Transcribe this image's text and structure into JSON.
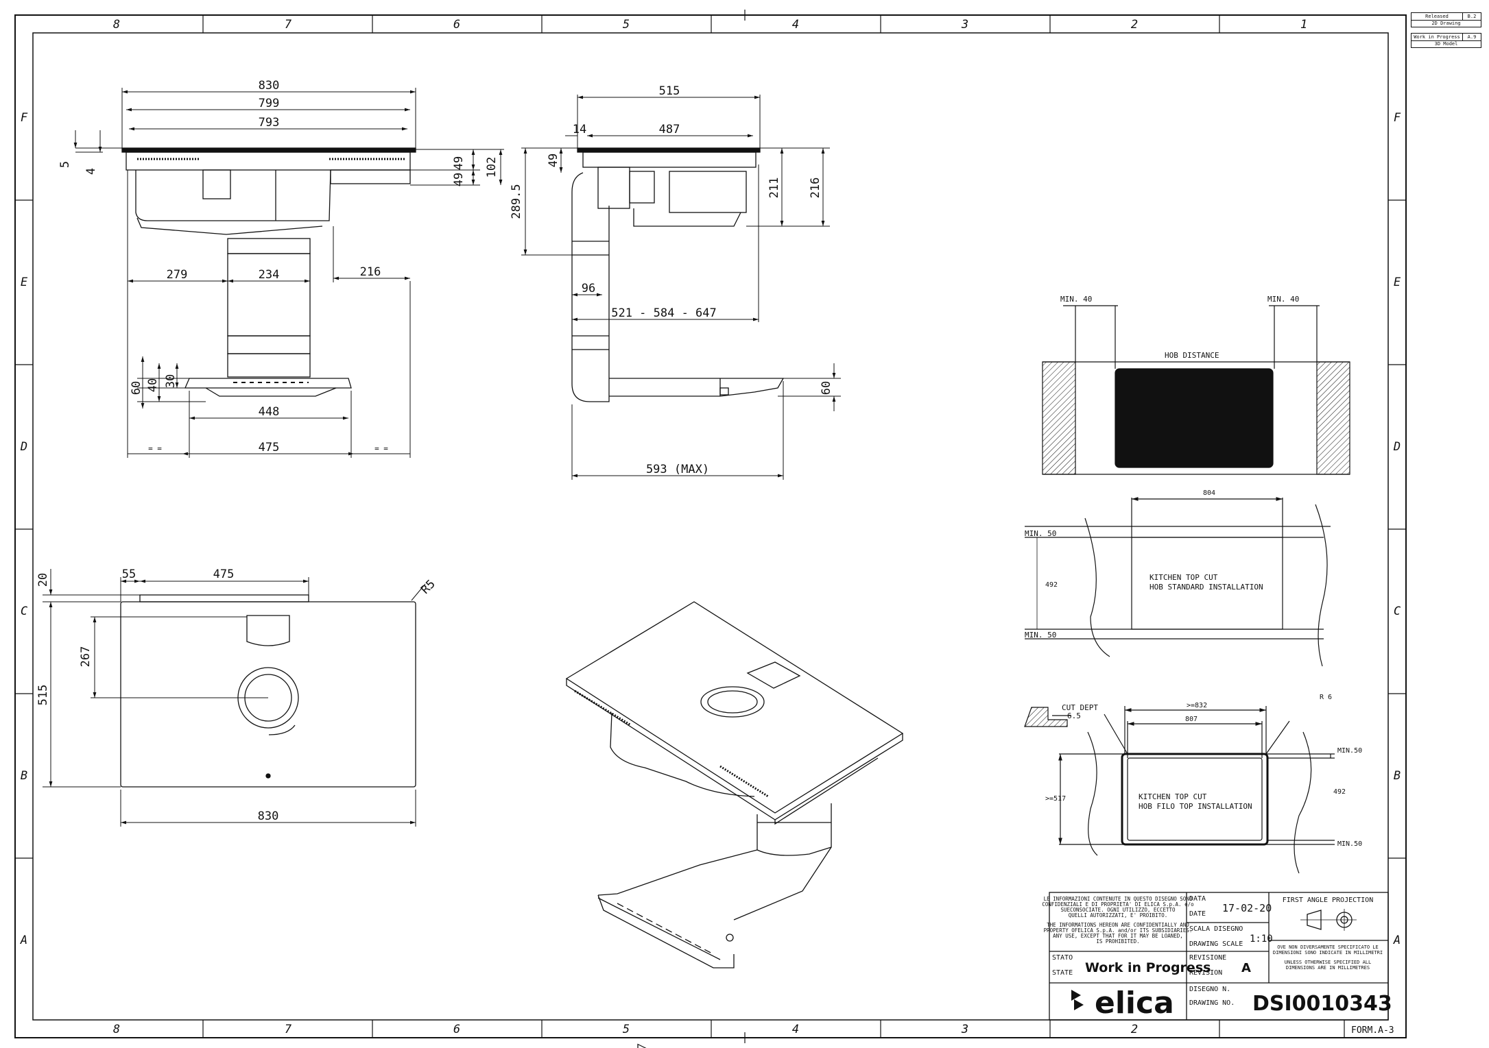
{
  "revision_log": [
    {
      "status": "Released",
      "rev": "B.2",
      "note": "2D Drawing"
    },
    {
      "status": "Work in Progress",
      "rev": "A.9",
      "note": "3D Model"
    }
  ],
  "zones": {
    "columns": [
      "8",
      "7",
      "6",
      "5",
      "4",
      "3",
      "2",
      "1"
    ],
    "rows": [
      "F",
      "E",
      "D",
      "C",
      "B",
      "A"
    ]
  },
  "front_view": {
    "dims": {
      "w830": "830",
      "w799": "799",
      "w793": "793",
      "h5": "5",
      "h4": "4",
      "h49": "49",
      "h49b": "49",
      "h102": "102",
      "d279": "279",
      "d234": "234",
      "d216": "216",
      "v60": "60",
      "v40": "40",
      "v30": "30",
      "d448": "448",
      "d475": "475",
      "eq": "= ="
    }
  },
  "side_view": {
    "dims": {
      "w515": "515",
      "d14": "14",
      "w487": "487",
      "h49": "49",
      "h289": "289.5",
      "h211": "211",
      "h216": "216",
      "d96": "96",
      "range": "521 - 584 - 647",
      "v60": "60",
      "max": "593 (MAX)"
    }
  },
  "top_view": {
    "dims": {
      "v20": "20",
      "d55": "55",
      "d475": "475",
      "r5": "R5",
      "v267": "267",
      "v515": "515",
      "w830": "830"
    }
  },
  "installation": {
    "min40_left": "MIN. 40",
    "min40_right": "MIN. 40",
    "hob_distance": "HOB DISTANCE",
    "std": {
      "w804": "804",
      "min50_top": "MIN. 50",
      "h492": "492",
      "min50_bottom": "MIN. 50",
      "label1": "KITCHEN TOP CUT",
      "label2": "HOB STANDARD INSTALLATION"
    },
    "filo": {
      "cut_dept": "CUT DEPT",
      "cut_val": "6.5",
      "w832": ">=832",
      "w807": "807",
      "r6": "R 6",
      "h517": ">=517",
      "min50_top": "MIN.50",
      "h492": "492",
      "min50_bottom": "MIN.50",
      "label1": "KITCHEN TOP CUT",
      "label2": "HOB FILO TOP INSTALLATION"
    }
  },
  "title_block": {
    "notice_it": [
      "LE INFORMAZIONI CONTENUTE IN QUESTO DISEGNO SONO",
      "CONFIDENZIALI E DI PROPRIETA' DI ELICA S.p.A. e/o",
      "SUECONSOCIATE. OGNI UTILIZZO, ECCETTO",
      "QUELLI AUTORIZZATI, E' PROIBITO."
    ],
    "notice_en": [
      "THE INFORMATIONS HEREON ARE CONFIDENTIALLY AND",
      "PROPERTY OFELICA S.p.A. and/or ITS SUBSIDIARIES.",
      "ANY USE, EXCEPT THAT FOR IT MAY BE LOANED,",
      "IS PROHIBITED."
    ],
    "data_label": "DATA",
    "date_label": "DATE",
    "date_value": "17-02-20",
    "scala_label": "SCALA DISEGNO",
    "scale_label": "DRAWING SCALE",
    "scale_value": "1:10",
    "projection": "FIRST ANGLE PROJECTION",
    "units_it": [
      "OVE NON DIVERSAMENTE SPECIFICATO LE",
      "DIMENSIONI SONO INDICATE IN MILLIMETRI"
    ],
    "units_en": [
      "UNLESS OTHERWISE SPECIFIED ALL",
      "DIMENSIONS ARE IN MILLIMETRES"
    ],
    "stato_label": "STATO",
    "state_label": "STATE",
    "state_value": "Work in Progress",
    "revisione_label": "REVISIONE",
    "revision_label": "REVISION",
    "revision_value": "A",
    "disegno_label": "DISEGNO N.",
    "drawing_label": "DRAWING NO.",
    "drawing_value": "DSI0010343",
    "logo": "elica",
    "form": "FORM.A-3"
  }
}
